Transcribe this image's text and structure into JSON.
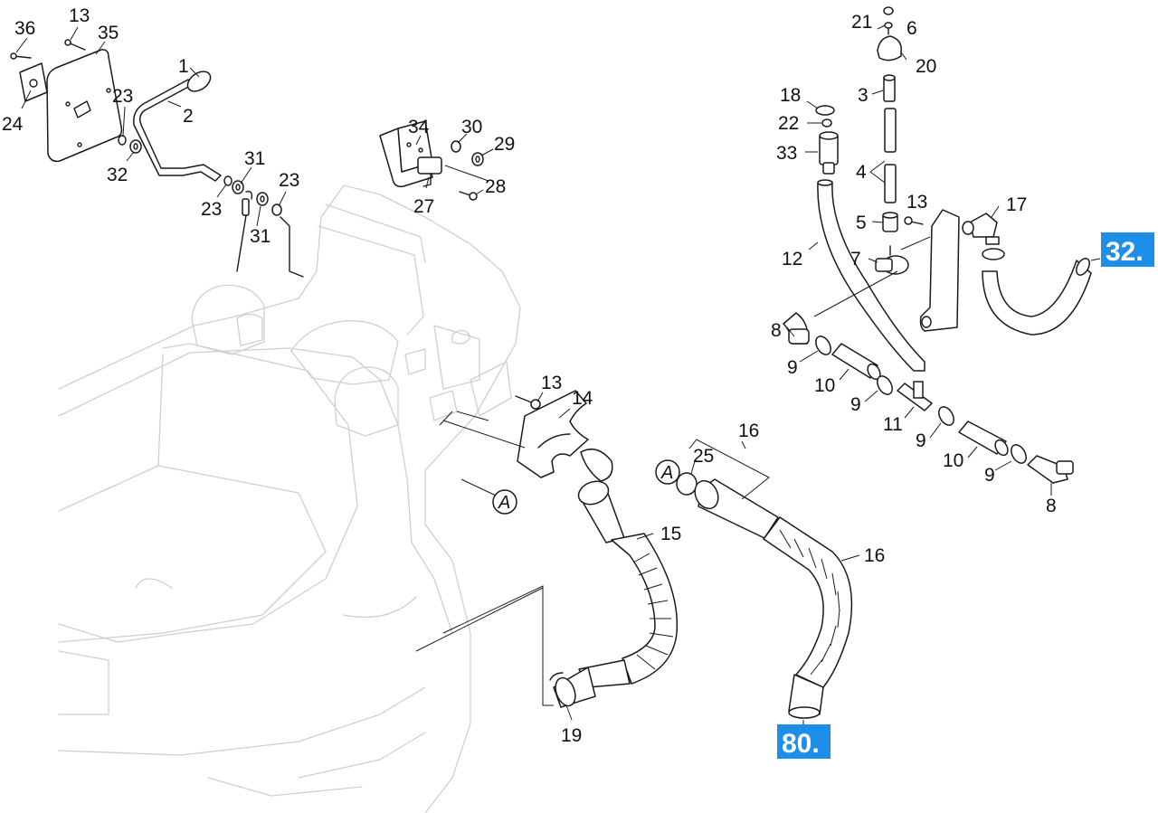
{
  "callouts": {
    "c1": "1",
    "c2": "2",
    "c36": "36",
    "c13a": "13",
    "c35": "35",
    "c23a": "23",
    "c24": "24",
    "c32": "32",
    "c31a": "31",
    "c23b": "23",
    "c23c": "23",
    "c31b": "31",
    "c34": "34",
    "c30": "30",
    "c29": "29",
    "c28": "28",
    "c27": "27",
    "c13b": "13",
    "c14": "14",
    "c15": "15",
    "c19": "19",
    "c16a": "16",
    "c25": "25",
    "c16b": "16",
    "c21": "21",
    "c6": "6",
    "c20": "20",
    "c3": "3",
    "c18": "18",
    "c22": "22",
    "c33": "33",
    "c4": "4",
    "c13c": "13",
    "c17": "17",
    "c5": "5",
    "c12": "12",
    "c7": "7",
    "c8a": "8",
    "c9a": "9",
    "c10a": "10",
    "c9b": "9",
    "c11": "11",
    "c9c": "9",
    "c10b": "10",
    "c9d": "9",
    "c8b": "8"
  },
  "references": {
    "ref32": "32.",
    "ref80": "80."
  },
  "connectors": {
    "a1": "A",
    "a2": "A"
  },
  "colors": {
    "reference_box": "#1e8fe8",
    "ghost_outline": "#cfcfcf",
    "part_outline": "#1a1a1a"
  }
}
